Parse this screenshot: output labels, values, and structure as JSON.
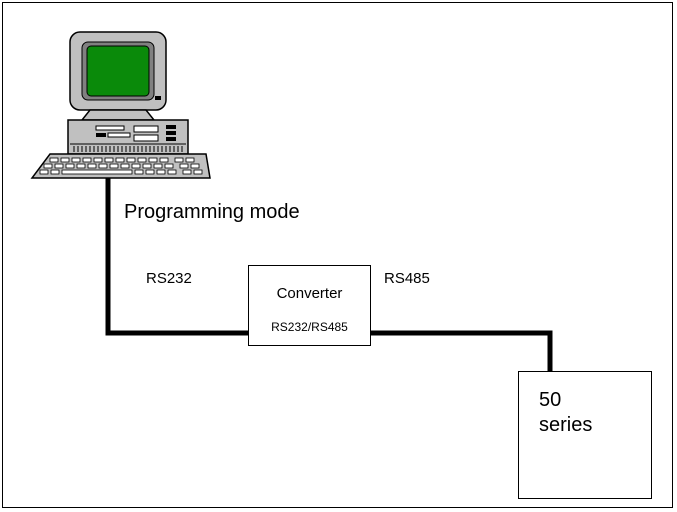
{
  "labels": {
    "mode": "Programming mode",
    "rs232": "RS232",
    "rs485": "RS485"
  },
  "converter": {
    "title": "Converter",
    "subtitle": "RS232/RS485"
  },
  "device": {
    "line1": "50",
    "line2": "series"
  },
  "colors": {
    "screen": "#0a8a0a",
    "monitor_gray": "#c0c0c0",
    "wire": "#000000"
  },
  "icons": {
    "computer": "desktop-computer-icon"
  }
}
